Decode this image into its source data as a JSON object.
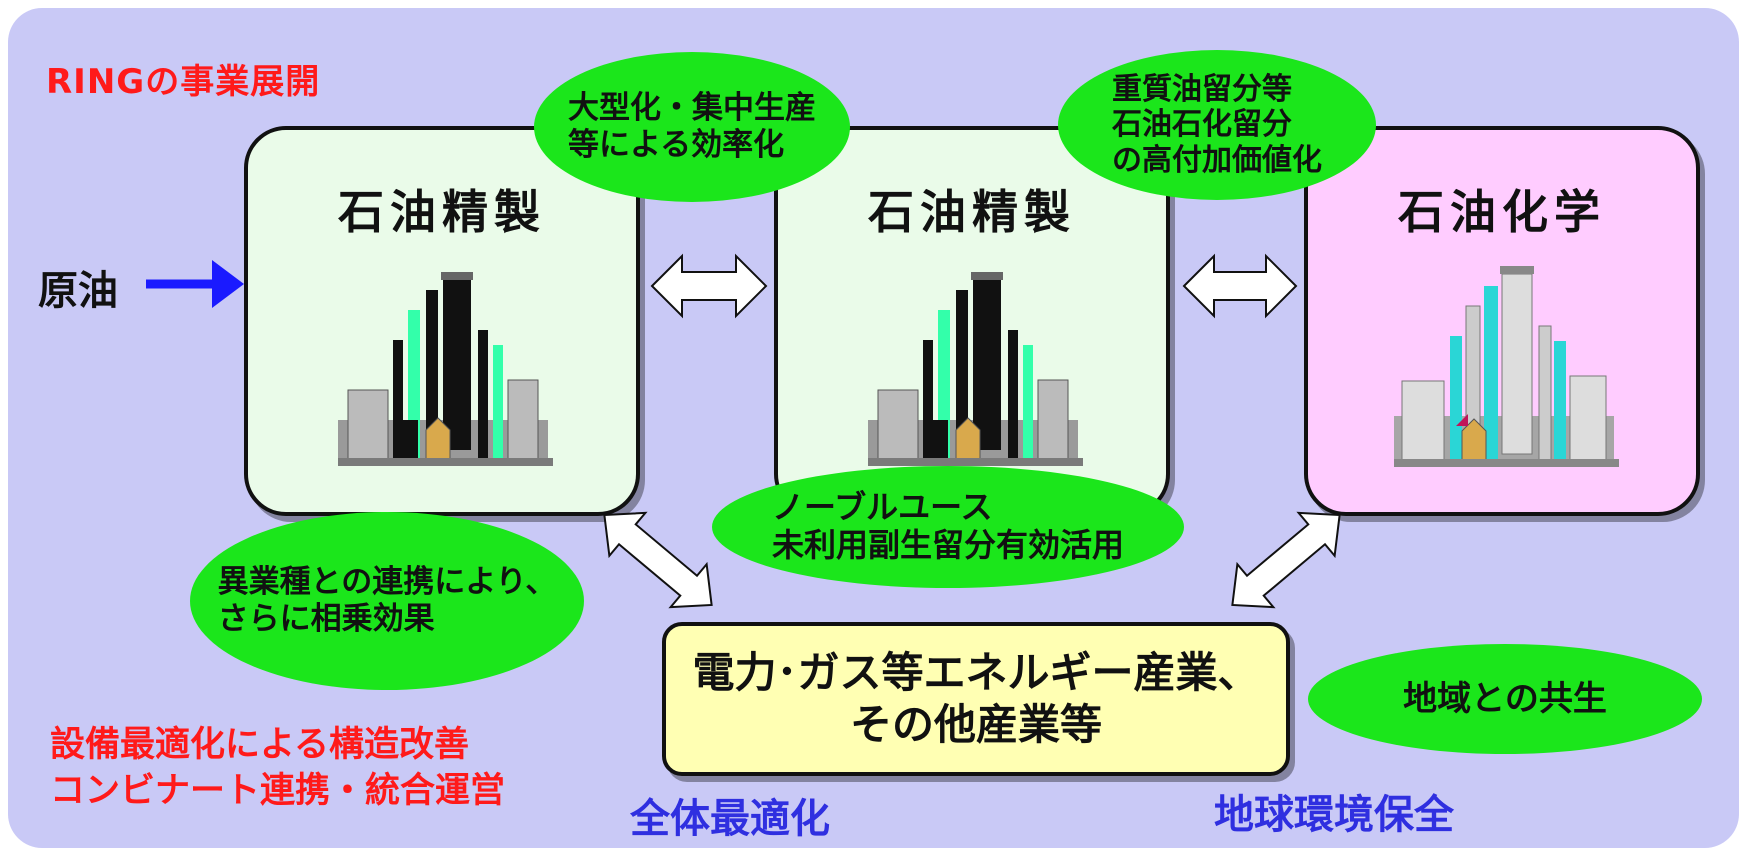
{
  "diagram": {
    "title": "RINGの事業展開",
    "boxes": [
      {
        "label": "石油精製"
      },
      {
        "label": "石油精製"
      },
      {
        "label": "石油化学"
      }
    ],
    "input": {
      "label": "原油"
    },
    "ellipses": {
      "efficiency": "大型化・集中生産\n等による効率化",
      "value_added": "重質油留分等\n石油石化留分\nの高付加価値化",
      "noble_use": "ノーブルユース\n未利用副生留分有効活用",
      "synergy": "異業種との連携により、\nさらに相乗効果",
      "community": "地域との共生"
    },
    "energy_box": "電力･ガス等エネルギー産業、\nその他産業等",
    "bottom_left": "設備最適化による構造改善\nコンビナート連携・統合運営",
    "total_optimization": "全体最適化",
    "environment": "地球環境保全",
    "colors": {
      "background": "#c9c9f6",
      "refinery_box": "#eafbe9",
      "petrochem_box": "#ffccff",
      "ellipse": "#1be61b",
      "energy_box": "#ffffb3",
      "red_text": "#ff1a1a",
      "blue_text": "#2f2fe0",
      "input_arrow": "#1a1aff"
    }
  }
}
